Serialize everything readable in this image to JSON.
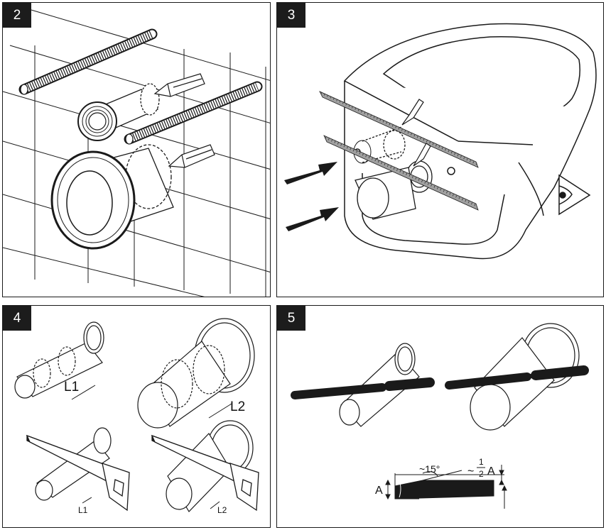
{
  "panels": [
    {
      "number": "2"
    },
    {
      "number": "3"
    },
    {
      "number": "4",
      "labels": {
        "l1_large": "L1",
        "l2_large": "L2",
        "l1_small": "L1",
        "l2_small": "L2"
      }
    },
    {
      "number": "5",
      "labels": {
        "angle": "~15°",
        "half_tilde": "~",
        "half_num": "1",
        "half_den": "2",
        "half_a": "A",
        "a": "A"
      }
    }
  ],
  "colors": {
    "line": "#1a1a1a",
    "badge": "#1c1c1c",
    "ruler": "#9a9a9a",
    "arrow": "#1a1a1a"
  }
}
